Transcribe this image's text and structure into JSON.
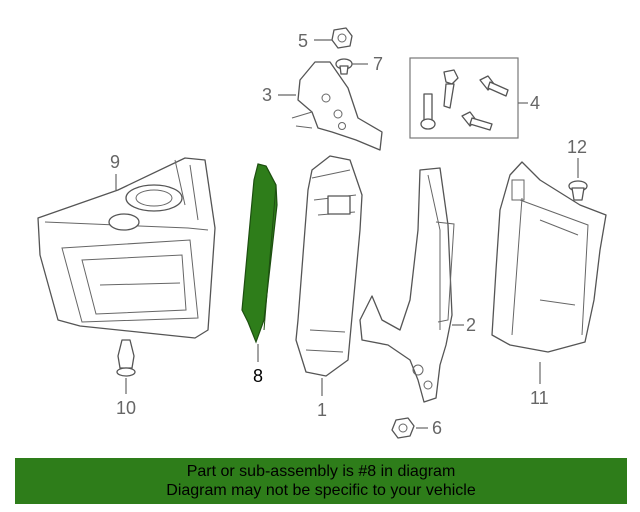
{
  "diagram": {
    "callouts": [
      {
        "id": "1",
        "label": "1"
      },
      {
        "id": "2",
        "label": "2"
      },
      {
        "id": "3",
        "label": "3"
      },
      {
        "id": "4",
        "label": "4"
      },
      {
        "id": "5",
        "label": "5"
      },
      {
        "id": "6",
        "label": "6"
      },
      {
        "id": "7",
        "label": "7"
      },
      {
        "id": "8",
        "label": "8"
      },
      {
        "id": "9",
        "label": "9"
      },
      {
        "id": "10",
        "label": "10"
      },
      {
        "id": "11",
        "label": "11"
      },
      {
        "id": "12",
        "label": "12"
      }
    ],
    "highlighted_part": "8",
    "highlight_color": "#2e7d1a"
  },
  "banner": {
    "line1": "Part or sub-assembly is #8 in diagram",
    "line2": "Diagram may not be specific to your vehicle",
    "background": "#2e7d1a"
  }
}
